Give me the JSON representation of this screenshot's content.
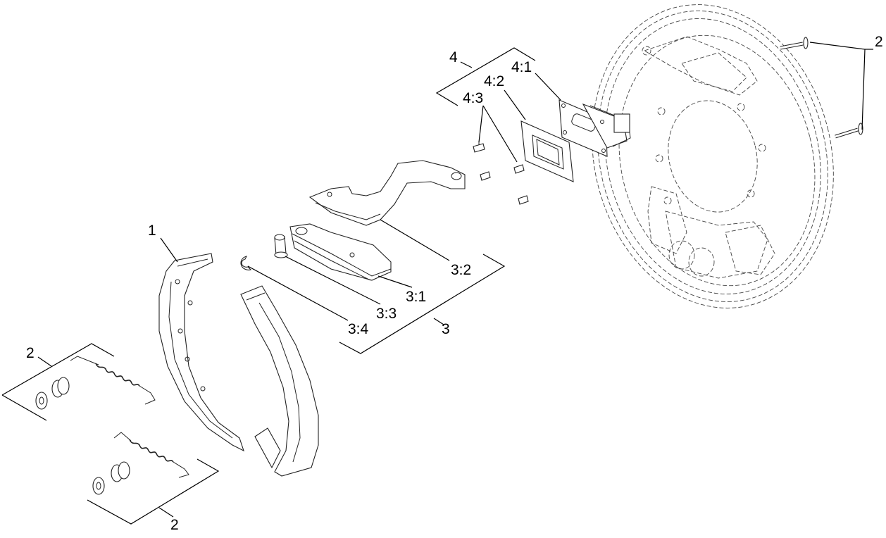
{
  "callouts": {
    "c1": "1",
    "c2_top_left": "2",
    "c2_bottom": "2",
    "c2_top_right": "2",
    "c3": "3",
    "c3_1": "3:1",
    "c3_2": "3:2",
    "c3_3": "3:3",
    "c3_4": "3:4",
    "c4": "4",
    "c4_1": "4:1",
    "c4_2": "4:2",
    "c4_3": "4:3"
  }
}
